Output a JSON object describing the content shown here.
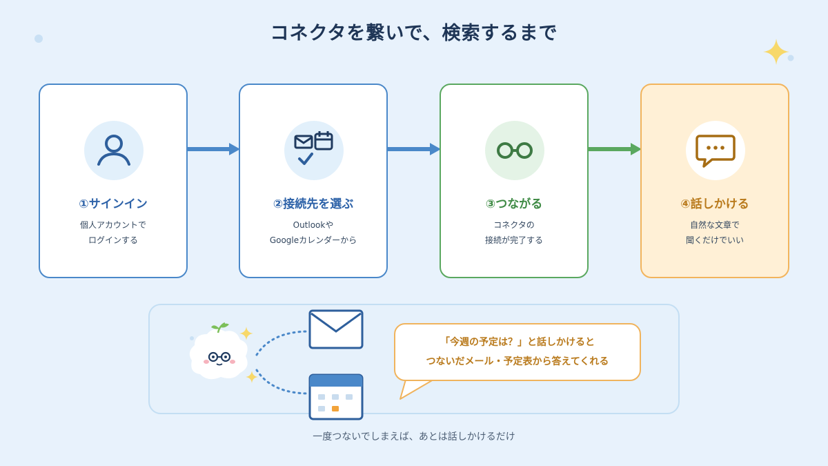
{
  "title": "コネクタを繋いで、検索するまで",
  "steps": [
    {
      "title": "①サインイン",
      "desc_lines": [
        "個人アカウントで",
        "ログインする"
      ],
      "icon": "user-icon"
    },
    {
      "title": "②接続先を選ぶ",
      "desc_lines": [
        "Outlookや",
        "Googleカレンダーから"
      ],
      "icon": "mail-calendar-check-icon"
    },
    {
      "title": "③つながる",
      "desc_lines": [
        "コネクタの",
        "接続が完了する"
      ],
      "icon": "glasses-icon"
    },
    {
      "title": "④話しかける",
      "desc_lines": [
        "自然な文章で",
        "聞くだけでいい"
      ],
      "icon": "chat-bubble-icon"
    }
  ],
  "bubble": {
    "line1": "「今週の予定は？」と話しかけると",
    "line2": "つないだメール・予定表から答えてくれる"
  },
  "footer": "一度つないでしまえば、あとは話しかけるだけ",
  "colors": {
    "background": "#e8f2fc",
    "blue": "#4a88c9",
    "green": "#5aa85f",
    "orange": "#f2b45c",
    "title": "#1e3556"
  }
}
